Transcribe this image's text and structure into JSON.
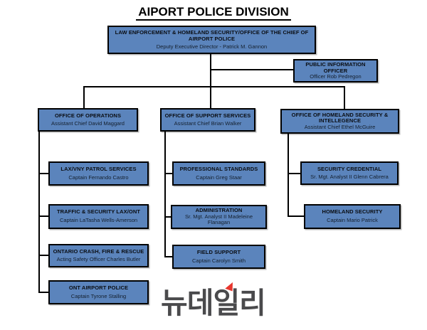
{
  "page_title": "AIPORT POLICE DIVISION",
  "colors": {
    "box_fill": "#5b84bc",
    "box_border": "#000000",
    "connector": "#000000",
    "watermark_text": "#4a4a4c",
    "watermark_accent": "#e8362d"
  },
  "org": {
    "root": {
      "title": "LAW ENFORCEMENT & HOMELAND SECURITY/OFFICE OF THE CHIEF OF AIRPORT POLICE",
      "subtitle": "Deputy Executive Director - Patrick M. Gannon"
    },
    "pio": {
      "title": "PUBLIC INFORMATION OFFICER",
      "subtitle": "Officer Rob Pedregon"
    },
    "operations": {
      "title": "OFFICE OF OPERATIONS",
      "subtitle": "Assistant Chief David Maggard",
      "children": [
        {
          "title": "LAX/VNY PATROL SERVICES",
          "subtitle": "Captain Fernando Castro"
        },
        {
          "title": "TRAFFIC & SECURITY LAX/ONT",
          "subtitle": "Captain LaTasha Wells-Amerson"
        },
        {
          "title": "ONTARIO CRASH, FIRE & RESCUE",
          "subtitle": "Acting Safety Officer Charles Butler"
        },
        {
          "title": "ONT AIRPORT POLICE",
          "subtitle": "Captain Tyrone Stalling"
        }
      ]
    },
    "support": {
      "title": "OFFICE OF SUPPORT SERVICES",
      "subtitle": "Assistant Chief Brian Walker",
      "children": [
        {
          "title": "PROFESSIONAL STANDARDS",
          "subtitle": "Captain Greg Staar"
        },
        {
          "title": "ADMINISTRATION",
          "subtitle": "Sr. Mgt. Analyst II Madeleine Flanagan"
        },
        {
          "title": "FIELD SUPPORT",
          "subtitle": "Captain Carolyn Smith"
        }
      ]
    },
    "homeland": {
      "title": "OFFICE OF HOMELAND SECURITY & INTELLEGENCE",
      "subtitle": "Assistant Chief Ethel McGuire",
      "children": [
        {
          "title": "SECURITY CREDENTIAL",
          "subtitle": "Sr. Mgt. Analyst II Glenn Cabrera"
        },
        {
          "title": "HOMELAND SECURITY",
          "subtitle": "Captain Mario Patrick"
        }
      ]
    }
  },
  "watermark": {
    "text": "뉴데일리"
  }
}
